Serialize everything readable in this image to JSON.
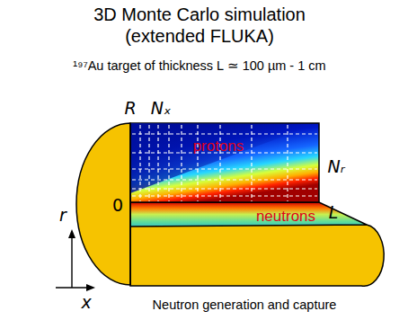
{
  "diagram": {
    "title": "3D Monte Carlo simulation (extended FLUKA)",
    "caption": "Neutron generation and capture",
    "labels": [
      "¹⁹⁷Au target of thickness L ≃ 100 µm - 1 cm",
      "R",
      "Nₓ",
      "protons",
      "Nᵣ",
      "0",
      "L",
      "neutrons",
      "r",
      "x"
    ]
  }
}
